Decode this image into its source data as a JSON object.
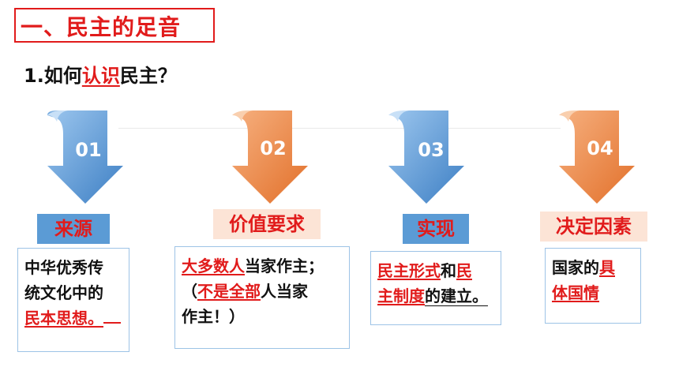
{
  "section": {
    "title": "一、民主的足音"
  },
  "question": {
    "prefix": "1.如何",
    "highlight": "认识",
    "suffix": "民主？"
  },
  "colors": {
    "red": "#e11b1b",
    "blue": "#5b9bd5",
    "orange": "#f08c4a",
    "peach": "#fce4d6"
  },
  "steps": [
    {
      "num": "01",
      "label": "来源",
      "color": "blue"
    },
    {
      "num": "02",
      "label": "价值要求",
      "color": "orange"
    },
    {
      "num": "03",
      "label": "实现",
      "color": "blue"
    },
    {
      "num": "04",
      "label": "决定因素",
      "color": "orange"
    }
  ],
  "cards": {
    "c1": {
      "l1": "中华优秀传",
      "l2": "统文化中的",
      "l3red": "民本思想。"
    },
    "c2": {
      "l1red": "大多数人",
      "l1": "当家作主；",
      "l2a": "（",
      "l2red": "不是全部",
      "l2b": "人当家",
      "l3": "作主！）"
    },
    "c3": {
      "l1red": "民主形式",
      "l1mid": "和",
      "l1red2": "民",
      "l2red": "主制度",
      "l2": "的建立。"
    },
    "c4": {
      "l1": "国家的",
      "l1red": "具",
      "l2red": "体国情"
    }
  }
}
